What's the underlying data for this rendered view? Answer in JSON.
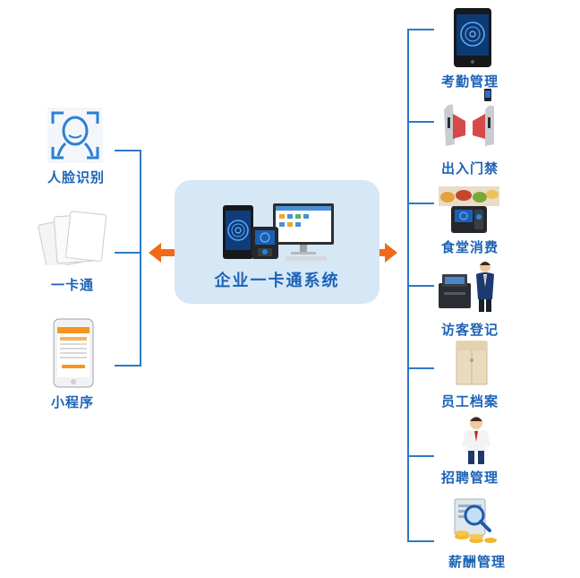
{
  "center": {
    "title": "企业一卡通系统"
  },
  "left_items": [
    {
      "label": "人脸识别",
      "icon": "face-recognition-icon"
    },
    {
      "label": "一卡通",
      "icon": "id-card-icon"
    },
    {
      "label": "小程序",
      "icon": "mobile-app-icon"
    }
  ],
  "right_items": [
    {
      "label": "考勤管理",
      "icon": "attendance-terminal-icon"
    },
    {
      "label": "出入门禁",
      "icon": "access-gate-icon"
    },
    {
      "label": "食堂消费",
      "icon": "canteen-payment-icon"
    },
    {
      "label": "访客登记",
      "icon": "visitor-registration-icon"
    },
    {
      "label": "员工档案",
      "icon": "employee-file-icon"
    },
    {
      "label": "招聘管理",
      "icon": "recruitment-icon"
    },
    {
      "label": "薪酬管理",
      "icon": "salary-icon"
    }
  ],
  "colors": {
    "line": "#2f78c4",
    "arrow": "#f06a1a",
    "text": "#1c63b7",
    "center_bg": "#d6e7f6"
  }
}
